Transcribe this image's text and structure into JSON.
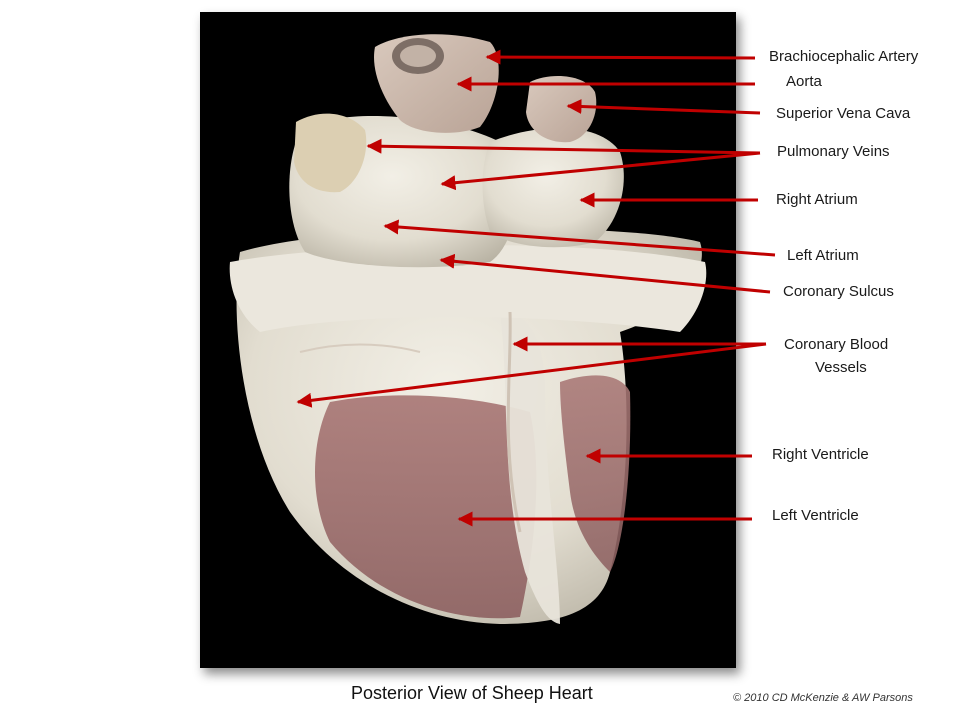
{
  "labels": {
    "brachiocephalic": "Brachiocephalic Artery",
    "aorta": "Aorta",
    "svc": "Superior Vena Cava",
    "pulm_veins": "Pulmonary Veins",
    "right_atrium": "Right Atrium",
    "left_atrium": "Left Atrium",
    "coronary_sulcus": "Coronary Sulcus",
    "coronary_vessels_1": "Coronary Blood",
    "coronary_vessels_2": "Vessels",
    "right_ventricle": "Right Ventricle",
    "left_ventricle": "Left Ventricle"
  },
  "caption": "Posterior View of Sheep Heart",
  "credit": "© 2010 CD McKenzie & AW Parsons",
  "colors": {
    "arrow": "#c00000",
    "background": "#000000"
  }
}
